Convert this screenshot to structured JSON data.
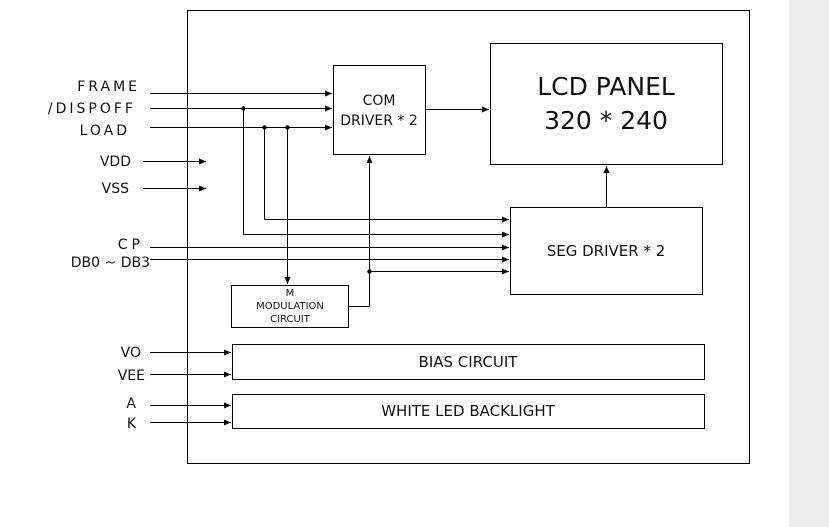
{
  "colors": {
    "line": "#000000",
    "scrollbar": "#efefef",
    "background": "#ffffff"
  },
  "inputs": {
    "frame": "FRAME",
    "dispoff": "/DISPOFF",
    "load": "LOAD",
    "vdd": "VDD",
    "vss": "VSS",
    "cp": "CP",
    "db": "DB0 ~ DB3",
    "vo": "VO",
    "vee": "VEE",
    "a": "A",
    "k": "K"
  },
  "blocks": {
    "com_driver": {
      "line1": "COM",
      "line2": "DRIVER * 2"
    },
    "lcd_panel": {
      "line1": "LCD PANEL",
      "line2": "320 * 240"
    },
    "seg_driver": {
      "label": "SEG DRIVER * 2"
    },
    "modulation": {
      "line1": "M",
      "line2": "MODULATION",
      "line3": "CIRCUIT"
    },
    "bias": {
      "label": "BIAS CIRCUIT"
    },
    "backlight": {
      "label": "WHITE LED BACKLIGHT"
    }
  }
}
